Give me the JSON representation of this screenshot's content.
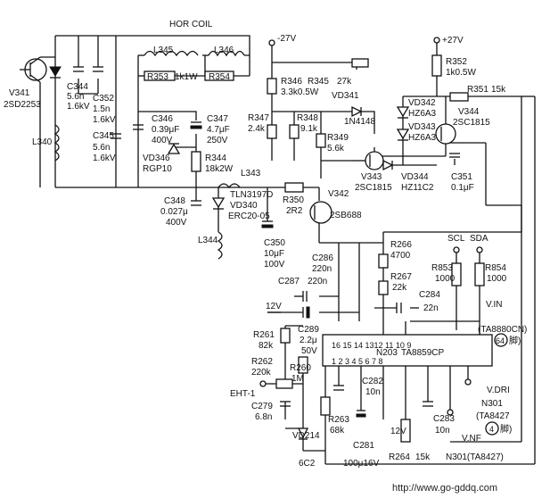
{
  "labels": [
    {
      "id": "V341",
      "text": "V341"
    },
    {
      "id": "V341_type",
      "text": "2SD2253"
    },
    {
      "id": "C344",
      "text": "C344"
    },
    {
      "id": "C344_v",
      "text": "5.6n"
    },
    {
      "id": "C344_kv",
      "text": "1.6kV"
    },
    {
      "id": "C352",
      "text": "C352"
    },
    {
      "id": "C352_v",
      "text": "1.5n"
    },
    {
      "id": "C352_kv",
      "text": "1.6kV"
    },
    {
      "id": "C345",
      "text": "C345"
    },
    {
      "id": "C345_v",
      "text": "5.6n"
    },
    {
      "id": "C345_kv",
      "text": "1.6kV"
    },
    {
      "id": "L340",
      "text": "L340"
    },
    {
      "id": "HOR",
      "text": "HOR COIL"
    },
    {
      "id": "L345",
      "text": "L345"
    },
    {
      "id": "L346",
      "text": "L346"
    },
    {
      "id": "R353",
      "text": "R353"
    },
    {
      "id": "R353_v",
      "text": "1k1W"
    },
    {
      "id": "R354",
      "text": "R354"
    },
    {
      "id": "C346",
      "text": "C346"
    },
    {
      "id": "C346_v",
      "text": "0.39μF"
    },
    {
      "id": "C346_volt",
      "text": "400V"
    },
    {
      "id": "C347",
      "text": "C347"
    },
    {
      "id": "C347_v",
      "text": "4.7μF"
    },
    {
      "id": "C347_volt",
      "text": "250V"
    },
    {
      "id": "VD346",
      "text": "VD346"
    },
    {
      "id": "VD346_t",
      "text": "RGP10"
    },
    {
      "id": "R344",
      "text": "R344"
    },
    {
      "id": "R344_v",
      "text": "18k2W"
    },
    {
      "id": "L343",
      "text": "L343"
    },
    {
      "id": "TLN",
      "text": "TLN3197D"
    },
    {
      "id": "VD340",
      "text": "VD340"
    },
    {
      "id": "ERC",
      "text": "ERC20-05"
    },
    {
      "id": "C348",
      "text": "C348"
    },
    {
      "id": "C348_v",
      "text": "0.027μ"
    },
    {
      "id": "C348_volt",
      "text": "400V"
    },
    {
      "id": "L344",
      "text": "L344"
    },
    {
      "id": "R350",
      "text": "R350"
    },
    {
      "id": "R350_v",
      "text": "2R2"
    },
    {
      "id": "C350",
      "text": "C350"
    },
    {
      "id": "C350_v",
      "text": "10μF"
    },
    {
      "id": "C350_volt",
      "text": "100V"
    },
    {
      "id": "neg27",
      "text": "-27V"
    },
    {
      "id": "R346",
      "text": "R346"
    },
    {
      "id": "R346_v",
      "text": "3.3k0.5W"
    },
    {
      "id": "R345",
      "text": "R345"
    },
    {
      "id": "R345_v",
      "text": "27k"
    },
    {
      "id": "VD341",
      "text": "VD341"
    },
    {
      "id": "VD341_t",
      "text": "1N4148"
    },
    {
      "id": "R347",
      "text": "R347"
    },
    {
      "id": "R347_v",
      "text": "2.4k"
    },
    {
      "id": "R348",
      "text": "R348"
    },
    {
      "id": "R348_v",
      "text": "9.1k"
    },
    {
      "id": "R349",
      "text": "R349"
    },
    {
      "id": "R349_v",
      "text": "5.6k"
    },
    {
      "id": "V343",
      "text": "V343"
    },
    {
      "id": "V343_t",
      "text": "2SC1815"
    },
    {
      "id": "V342",
      "text": "V342"
    },
    {
      "id": "V342_t",
      "text": "2SB688"
    },
    {
      "id": "pos27",
      "text": "+27V"
    },
    {
      "id": "R352",
      "text": "R352"
    },
    {
      "id": "R352_v",
      "text": "1k0.5W"
    },
    {
      "id": "R351",
      "text": "R351"
    },
    {
      "id": "R351_v",
      "text": "15k"
    },
    {
      "id": "VD342",
      "text": "VD342"
    },
    {
      "id": "VD342_t",
      "text": "HZ6A3"
    },
    {
      "id": "VD343",
      "text": "VD343"
    },
    {
      "id": "VD343_t",
      "text": "HZ6A3"
    },
    {
      "id": "V344",
      "text": "V344"
    },
    {
      "id": "V344_t",
      "text": "2SC1815"
    },
    {
      "id": "VD344",
      "text": "VD344"
    },
    {
      "id": "VD344_t",
      "text": "HZ11C2"
    },
    {
      "id": "C351",
      "text": "C351"
    },
    {
      "id": "C351_v",
      "text": "0.1μF"
    },
    {
      "id": "C286",
      "text": "C286"
    },
    {
      "id": "C286_v",
      "text": "220n"
    },
    {
      "id": "C287",
      "text": "C287"
    },
    {
      "id": "C287_v",
      "text": "220n"
    },
    {
      "id": "R266",
      "text": "R266"
    },
    {
      "id": "R266_v",
      "text": "4700"
    },
    {
      "id": "R267",
      "text": "R267"
    },
    {
      "id": "R267_v",
      "text": "22k"
    },
    {
      "id": "C284",
      "text": "C284"
    },
    {
      "id": "C284_v",
      "text": "22n"
    },
    {
      "id": "SCL",
      "text": "SCL"
    },
    {
      "id": "SDA",
      "text": "SDA"
    },
    {
      "id": "R853",
      "text": "R853"
    },
    {
      "id": "R853_v",
      "text": "1000"
    },
    {
      "id": "R854",
      "text": "R854"
    },
    {
      "id": "R854_v",
      "text": "1000"
    },
    {
      "id": "VIN",
      "text": "V.IN"
    },
    {
      "id": "TA8880",
      "text": "(TA8880CN)"
    },
    {
      "id": "pin64",
      "text": "64"
    },
    {
      "id": "pin64_suffix",
      "text": "脚)"
    },
    {
      "id": "v12",
      "text": "12V"
    },
    {
      "id": "C289",
      "text": "C289"
    },
    {
      "id": "C289_v",
      "text": "2.2μ"
    },
    {
      "id": "C289_volt",
      "text": "50V"
    },
    {
      "id": "R261",
      "text": "R261"
    },
    {
      "id": "R261_v",
      "text": "82k"
    },
    {
      "id": "R262",
      "text": "R262"
    },
    {
      "id": "R262_v",
      "text": "220k"
    },
    {
      "id": "R260",
      "text": "R260"
    },
    {
      "id": "R260_v",
      "text": "1M"
    },
    {
      "id": "EHT",
      "text": "EHT-1"
    },
    {
      "id": "C279",
      "text": "C279"
    },
    {
      "id": "C279_v",
      "text": "6.8n"
    },
    {
      "id": "N203",
      "text": "N203"
    },
    {
      "id": "TA8859",
      "text": "TA8859CP"
    },
    {
      "id": "pins_top",
      "text": "16   15   14  1312   11   10    9"
    },
    {
      "id": "pins_bot",
      "text": "1       2       3      4      5      6     7     8"
    },
    {
      "id": "C282",
      "text": "C282"
    },
    {
      "id": "C282_v",
      "text": "10n"
    },
    {
      "id": "R263",
      "text": "R263"
    },
    {
      "id": "R263_v",
      "text": "68k"
    },
    {
      "id": "VD214",
      "text": "VD214"
    },
    {
      "id": "VD214_t",
      "text": "6C2"
    },
    {
      "id": "C281",
      "text": "C281"
    },
    {
      "id": "C281_v",
      "text": "100μ16V"
    },
    {
      "id": "v12b",
      "text": "12V"
    },
    {
      "id": "R264",
      "text": "R264"
    },
    {
      "id": "R264_v",
      "text": "15k"
    },
    {
      "id": "C283",
      "text": "C283"
    },
    {
      "id": "C283_v",
      "text": "10n"
    },
    {
      "id": "VDR",
      "text": "V.DRI"
    },
    {
      "id": "N301",
      "text": "N301"
    },
    {
      "id": "TA8427",
      "text": "(TA8427"
    },
    {
      "id": "pin4",
      "text": "4"
    },
    {
      "id": "pin4_suffix",
      "text": "脚)"
    },
    {
      "id": "VNF",
      "text": "V.NF"
    },
    {
      "id": "N301b",
      "text": "N301(TA8427)"
    },
    {
      "id": "url",
      "text": "http://www.go-gddq.com"
    }
  ]
}
